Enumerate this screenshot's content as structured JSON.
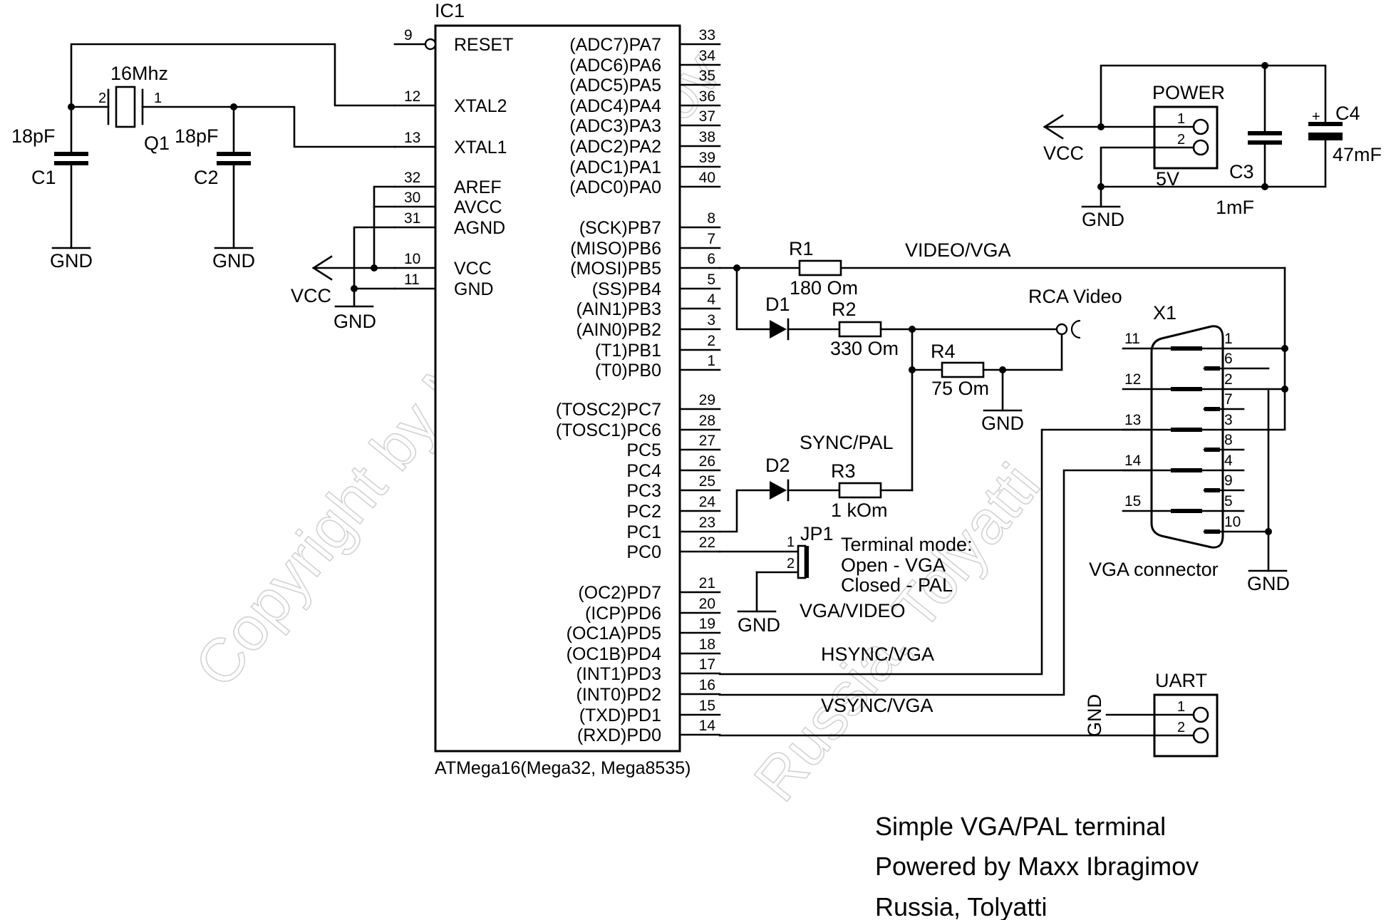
{
  "ic": {
    "ref": "IC1",
    "part": "ATMega16(Mega32, Mega8535)",
    "left_pins": [
      {
        "num": "9",
        "name": "RESET"
      },
      {
        "num": "12",
        "name": "XTAL2"
      },
      {
        "num": "13",
        "name": "XTAL1"
      },
      {
        "num": "32",
        "name": "AREF"
      },
      {
        "num": "30",
        "name": "AVCC"
      },
      {
        "num": "31",
        "name": "AGND"
      },
      {
        "num": "10",
        "name": "VCC"
      },
      {
        "num": "11",
        "name": "GND"
      }
    ],
    "right_pins": [
      {
        "num": "33",
        "name": "(ADC7)PA7"
      },
      {
        "num": "34",
        "name": "(ADC6)PA6"
      },
      {
        "num": "35",
        "name": "(ADC5)PA5"
      },
      {
        "num": "36",
        "name": "(ADC4)PA4"
      },
      {
        "num": "37",
        "name": "(ADC3)PA3"
      },
      {
        "num": "38",
        "name": "(ADC2)PA2"
      },
      {
        "num": "39",
        "name": "(ADC1)PA1"
      },
      {
        "num": "40",
        "name": "(ADC0)PA0"
      },
      {
        "num": "8",
        "name": "(SCK)PB7"
      },
      {
        "num": "7",
        "name": "(MISO)PB6"
      },
      {
        "num": "6",
        "name": "(MOSI)PB5"
      },
      {
        "num": "5",
        "name": "(SS)PB4"
      },
      {
        "num": "4",
        "name": "(AIN1)PB3"
      },
      {
        "num": "3",
        "name": "(AIN0)PB2"
      },
      {
        "num": "2",
        "name": "(T1)PB1"
      },
      {
        "num": "1",
        "name": "(T0)PB0"
      },
      {
        "num": "29",
        "name": "(TOSC2)PC7"
      },
      {
        "num": "28",
        "name": "(TOSC1)PC6"
      },
      {
        "num": "27",
        "name": "PC5"
      },
      {
        "num": "26",
        "name": "PC4"
      },
      {
        "num": "25",
        "name": "PC3"
      },
      {
        "num": "24",
        "name": "PC2"
      },
      {
        "num": "23",
        "name": "PC1"
      },
      {
        "num": "22",
        "name": "PC0"
      },
      {
        "num": "21",
        "name": "(OC2)PD7"
      },
      {
        "num": "20",
        "name": "(ICP)PD6"
      },
      {
        "num": "19",
        "name": "(OC1A)PD5"
      },
      {
        "num": "18",
        "name": "(OC1B)PD4"
      },
      {
        "num": "17",
        "name": "(INT1)PD3"
      },
      {
        "num": "16",
        "name": "(INT0)PD2"
      },
      {
        "num": "15",
        "name": "(TXD)PD1"
      },
      {
        "num": "14",
        "name": "(RXD)PD0"
      }
    ]
  },
  "crystal": {
    "ref": "Q1",
    "value": "16Mhz",
    "pin1": "1",
    "pin2": "2"
  },
  "c1": {
    "ref": "C1",
    "value": "18pF"
  },
  "c2": {
    "ref": "C2",
    "value": "18pF"
  },
  "c3": {
    "ref": "C3",
    "value": "1mF"
  },
  "c4": {
    "ref": "C4",
    "value": "47mF",
    "polarity": "+"
  },
  "gnd": "GND",
  "vcc": "VCC",
  "r1": {
    "ref": "R1",
    "value": "180 Om"
  },
  "r2": {
    "ref": "R2",
    "value": "330 Om"
  },
  "r3": {
    "ref": "R3",
    "value": "1 kOm"
  },
  "r4": {
    "ref": "R4",
    "value": "75 Om"
  },
  "d1": "D1",
  "d2": "D2",
  "nets": {
    "video": "VIDEO/VGA",
    "rca": "RCA Video",
    "sync": "SYNC/PAL",
    "hsync": "HSYNC/VGA",
    "vsync": "VSYNC/VGA",
    "vga_video": "VGA/VIDEO"
  },
  "jp1": {
    "ref": "JP1",
    "pin1": "1",
    "pin2": "2",
    "lines": [
      "Terminal mode:",
      "Open - VGA",
      "Closed - PAL"
    ]
  },
  "power": {
    "label": "POWER",
    "voltage": "5V",
    "pin1": "1",
    "pin2": "2"
  },
  "uart": {
    "label": "UART",
    "pin1": "1",
    "pin2": "2"
  },
  "vga": {
    "ref": "X1",
    "label": "VGA connector",
    "left_pins": [
      "11",
      "12",
      "13",
      "14",
      "15"
    ],
    "right_pins": [
      "1",
      "6",
      "2",
      "7",
      "3",
      "8",
      "4",
      "9",
      "5",
      "10"
    ]
  },
  "footer": {
    "line1": "Simple VGA/PAL terminal",
    "line2": "Powered by Maxx Ibragimov",
    "line3": "Russia, Tolyatti"
  },
  "watermark": {
    "line1": "Copyright by Maxx Ibragimov",
    "line2": "Russia, Tolyatti"
  }
}
